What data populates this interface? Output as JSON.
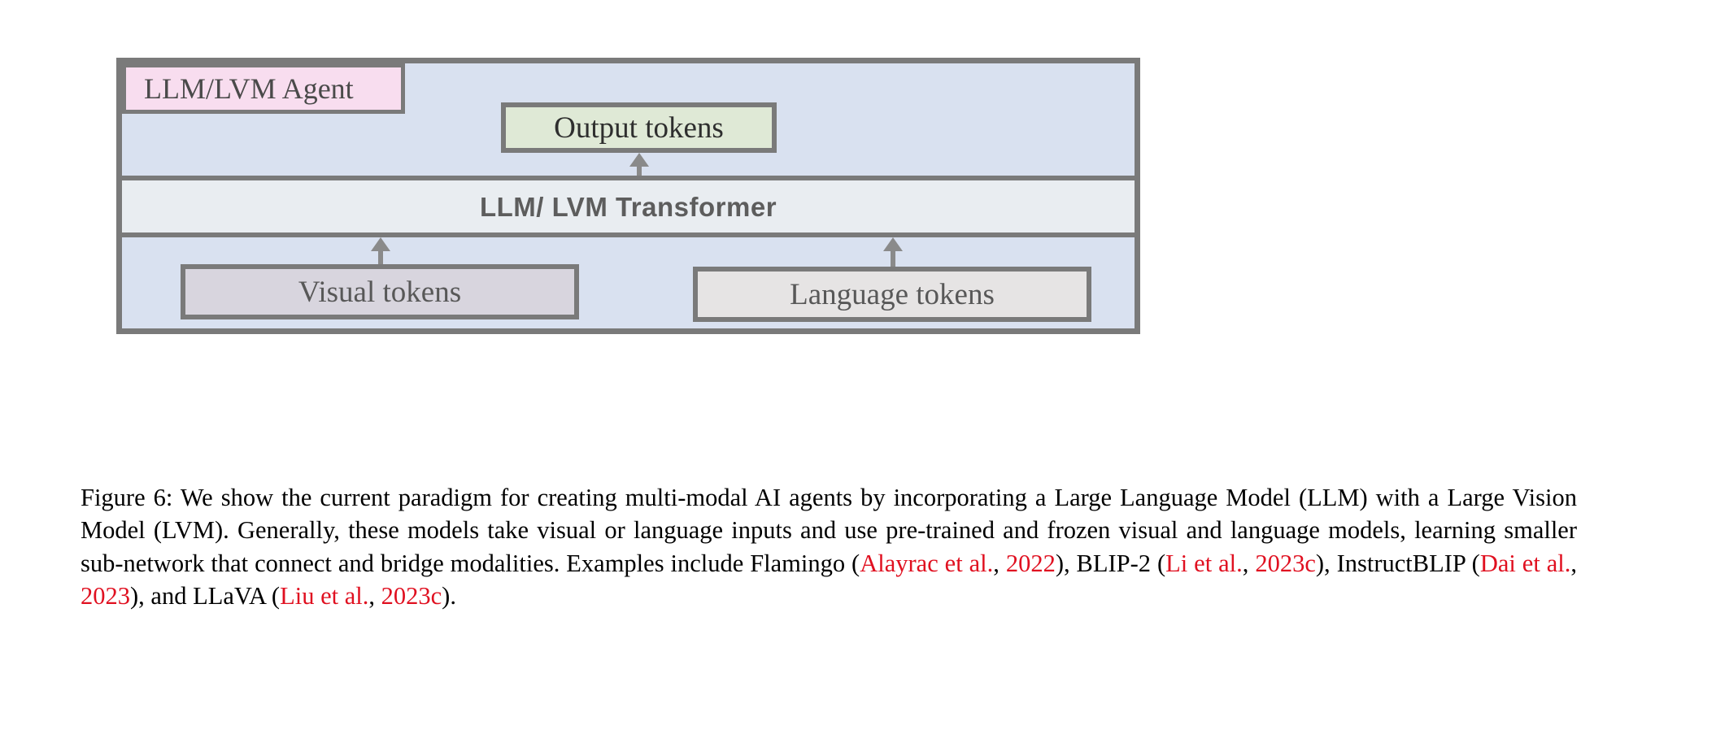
{
  "figure": {
    "agent": {
      "label": "LLM/LVM Agent",
      "color": "#f8ddef"
    },
    "output_tokens": {
      "label": "Output tokens",
      "color": "#dfe9d6"
    },
    "transformer": {
      "label": "LLM/ LVM Transformer",
      "color": "#e9edf1"
    },
    "visual_tokens": {
      "label": "Visual tokens",
      "color": "#d8d5de"
    },
    "language_tokens": {
      "label": "Language tokens",
      "color": "#e6e4e4"
    },
    "panel_color": "#d9e1f0",
    "border_color": "#7a7a7a",
    "arrow_color": "#8a8a8a",
    "arrows": [
      {
        "name": "transformer-to-output-tokens",
        "direction": "up"
      },
      {
        "name": "visual-tokens-to-transformer",
        "direction": "up"
      },
      {
        "name": "language-tokens-to-transformer",
        "direction": "up"
      }
    ]
  },
  "caption": {
    "link_color": "#e01020",
    "segments": [
      {
        "text": "Figure 6: We show the current paradigm for creating multi-modal AI agents by incorporating a Large Language Model (LLM) with a Large Vision Model (LVM). Generally, these models take visual or language inputs and use pre-trained and frozen visual and language models, learning smaller sub-network that connect and bridge modalities. Examples include Flamingo (",
        "cite": false
      },
      {
        "text": "Alayrac et al.",
        "cite": true
      },
      {
        "text": ", ",
        "cite": false
      },
      {
        "text": "2022",
        "cite": true
      },
      {
        "text": "), BLIP-2 (",
        "cite": false
      },
      {
        "text": "Li et al.",
        "cite": true
      },
      {
        "text": ", ",
        "cite": false
      },
      {
        "text": "2023c",
        "cite": true
      },
      {
        "text": "), InstructBLIP (",
        "cite": false
      },
      {
        "text": "Dai et al.",
        "cite": true
      },
      {
        "text": ", ",
        "cite": false
      },
      {
        "text": "2023",
        "cite": true
      },
      {
        "text": "), and LLaVA (",
        "cite": false
      },
      {
        "text": "Liu et al.",
        "cite": true
      },
      {
        "text": ", ",
        "cite": false
      },
      {
        "text": "2023c",
        "cite": true
      },
      {
        "text": ").",
        "cite": false
      }
    ]
  }
}
